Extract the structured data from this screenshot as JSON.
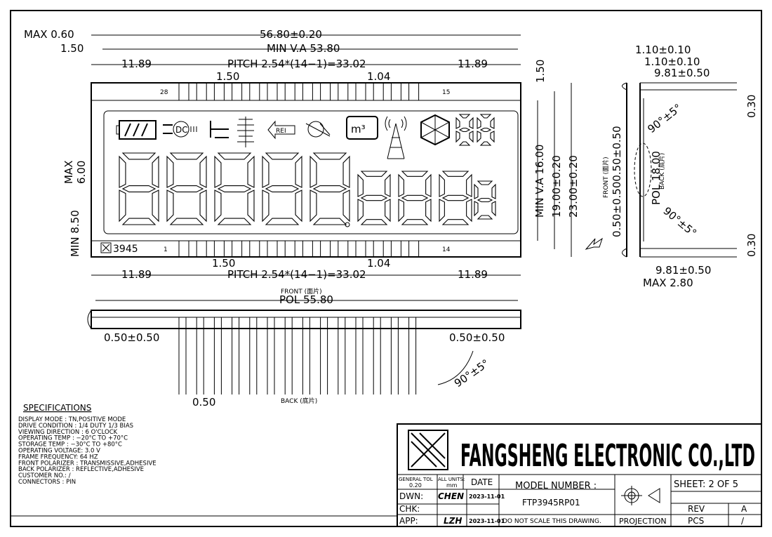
{
  "top": {
    "max_thickness": "MAX 0.60",
    "left_offset": "1.50",
    "overall_width": "56.80±0.20",
    "min_va": "MIN V.A 53.80",
    "pitch_top": "PITCH 2.54*(14−1)=33.02",
    "pin_end_left_top": "11.89",
    "pin_end_right_top": "11.89",
    "pin_gap_top": "1.50",
    "pin_width_top": "1.04",
    "right_edge_gap": "1.50",
    "pin_label_28": "28",
    "pin_label_15": "15",
    "pin_label_1": "1",
    "pin_label_14": "14",
    "part_mark": "3945",
    "digits_label": "8",
    "va_height": "MIN V.A 16.00",
    "inner_height": "19.00±0.20",
    "outer_height": "23.00±0.20",
    "max_offset": "MAX",
    "max_offset_val": "6.00",
    "min_offset": "MIN 8.50",
    "pitch_bottom": "PITCH 2.54*(14−1)=33.02",
    "pin_end_left_bottom": "11.89",
    "pin_end_right_bottom": "11.89",
    "pin_gap_bottom": "1.50",
    "pin_width_bottom": "1.04"
  },
  "side": {
    "dim_a": "1.10±0.10",
    "dim_b": "1.10±0.10",
    "dim_c": "9.81±0.50",
    "gap_top": "0.30",
    "gap_bottom": "0.30",
    "angle_top": "90°±5°",
    "angle_bottom": "90°±5°",
    "front_label": "FRONT (面片)",
    "back_label": "BACK (底片)",
    "pol_height": "POL 18.00",
    "front_offset": "0.50±0.500.50±0.50",
    "dim_d": "9.81±0.50",
    "max_thickness": "MAX 2.80"
  },
  "front_view": {
    "front_label": "FRONT (面片)",
    "pol_width": "POL 55.80",
    "left_offset": "0.50±0.50",
    "right_offset": "0.50±0.50",
    "pin_width": "0.50",
    "back_label": "BACK (底片)",
    "angle": "90°±5°"
  },
  "specs": {
    "heading": "SPECIFICATIONS",
    "lines": [
      "DISPLAY     MODE  : TN,POSITIVE  MODE",
      "DRIVE   CONDITION  :  1/4  DUTY  1/3  BIAS",
      "VIEWING  DIRECTION  : 6  O'CLOCK",
      "OPERATING    TEMP  :  −20°C  TO  +70°C",
      "STORAGE      TEMP  :  −30°C  TO  +80°C",
      "OPERATING VOLTAGE: 3.0  V",
      "FRAME  FREQUENCY:  64  HZ",
      "FRONT  POLARIZER  :  TRANSMISSIVE,ADHESIVE",
      "BACK   POLARIZER  :  REFLECTIVE,ADHESIVE",
      "CUSTOMER     NO.:     /",
      "CONNECTORS  :        PIN"
    ]
  },
  "title_block": {
    "company": "FANGSHENG ELECTRONIC CO.,LTD",
    "general_tol": "GENERAL TOL",
    "general_tol_val": "0.20",
    "all_units": "ALL UNITS:",
    "all_units_val": "mm",
    "date_head": "DATE",
    "model_label": "MODEL  NUMBER  :",
    "model_value": "FTP3945RP01",
    "dwn_label": "DWN:",
    "dwn_name": "CHEN",
    "dwn_date": "2023-11-01",
    "chk_label": "CHK:",
    "app_label": "APP:",
    "app_name": "LZH",
    "app_date": "2023-11-01",
    "note": "DO  NOT  SCALE  THIS  DRAWING.",
    "projection": "PROJECTION",
    "sheet": "SHEET:  2  OF  5",
    "rev_label": "REV",
    "rev_value": "A",
    "pcs_label": "PCS",
    "pcs_value": "/"
  }
}
